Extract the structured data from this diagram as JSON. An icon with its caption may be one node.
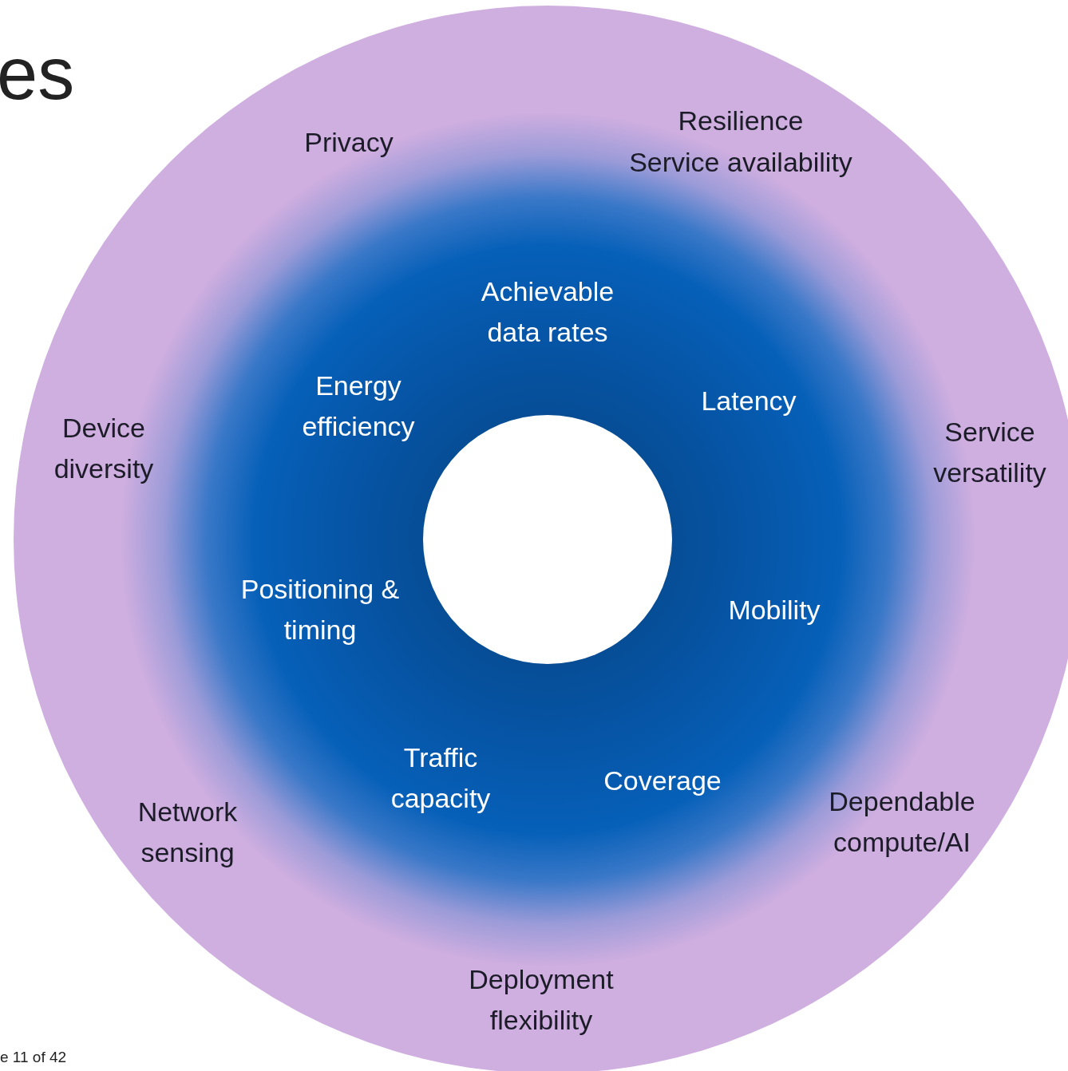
{
  "diagram": {
    "nodes": [
      {
        "text": [
          "Privacy",
          "Resilience",
          "Service availability",
          "Device diversity",
          "Service versatility",
          "Achievable data rates",
          "Energy efficiency",
          "Latency",
          "Positioning & timing",
          "Mobility",
          "Traffic capacity",
          "Coverage",
          "Network sensing",
          "Dependable compute/AI",
          "Deployment flexibility"
        ]
      },
      {
        "text": [],
        "shape": "circle",
        "in": 0
      }
    ],
    "labels": [
      "es",
      "e 11 of 42"
    ]
  }
}
